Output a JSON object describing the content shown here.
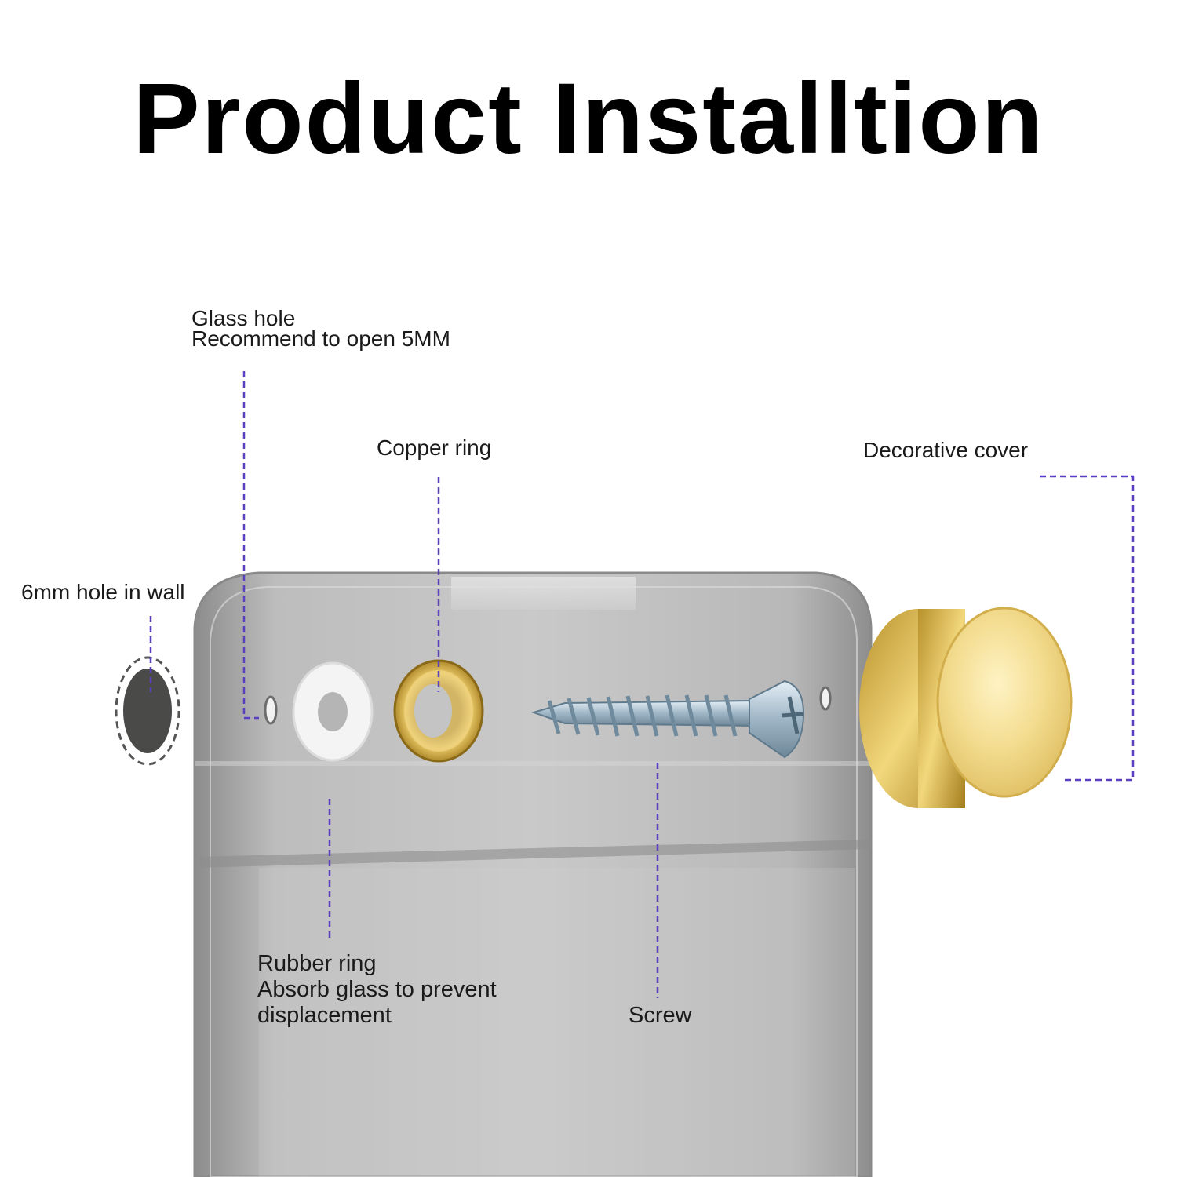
{
  "title": "Product Installtion",
  "labels": {
    "glass_hole": {
      "line1": "Glass hole",
      "line2": "Recommend to open 5MM"
    },
    "copper_ring": "Copper ring",
    "decorative_cover": "Decorative cover",
    "wall_hole": "6mm hole in wall",
    "rubber_ring": {
      "line1": "Rubber ring",
      "line2": "Absorb glass to prevent",
      "line3": "displacement"
    },
    "screw": "Screw"
  },
  "colors": {
    "leader_line": "#5a3fc0",
    "glass": "#9a9a9a",
    "gold": "#e2c25a",
    "screw": "#b8cbd8",
    "wall_hole": "#4a4a48"
  }
}
